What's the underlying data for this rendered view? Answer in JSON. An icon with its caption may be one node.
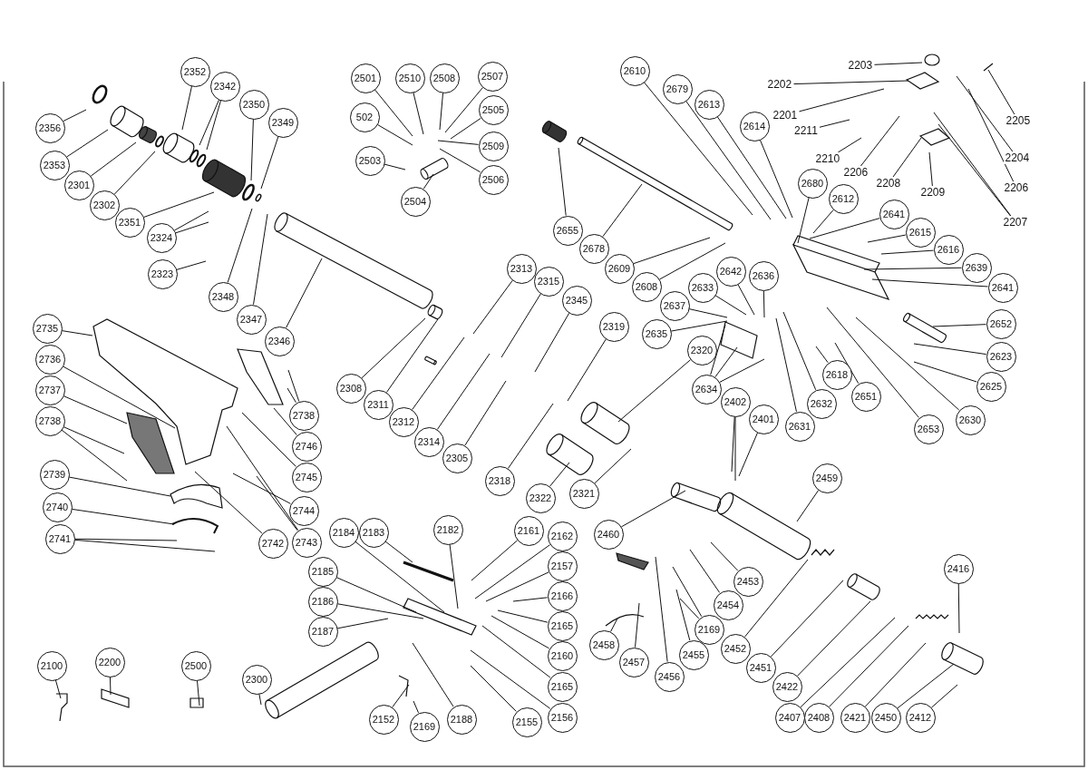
{
  "diagram": {
    "nodes": [
      {
        "text": [
          "2356"
        ]
      },
      {
        "text": [
          "2353"
        ]
      },
      {
        "text": [
          "2301"
        ]
      },
      {
        "text": [
          "2302"
        ]
      },
      {
        "text": [
          "2351"
        ]
      },
      {
        "text": [
          "2352"
        ]
      },
      {
        "text": [
          "2342"
        ]
      },
      {
        "text": [
          "2350"
        ]
      },
      {
        "text": [
          "2349"
        ]
      },
      {
        "text": [
          "2324"
        ]
      },
      {
        "text": [
          "2323"
        ]
      },
      {
        "text": [
          "2348"
        ]
      },
      {
        "text": [
          "2347"
        ]
      },
      {
        "text": [
          "2346"
        ]
      },
      {
        "text": [
          "2501"
        ]
      },
      {
        "text": [
          "2510"
        ]
      },
      {
        "text": [
          "2508"
        ]
      },
      {
        "text": [
          "2507"
        ]
      },
      {
        "text": [
          "502"
        ]
      },
      {
        "text": [
          "2505"
        ]
      },
      {
        "text": [
          "2509"
        ]
      },
      {
        "text": [
          "2503"
        ]
      },
      {
        "text": [
          "2506"
        ]
      },
      {
        "text": [
          "2504"
        ]
      },
      {
        "text": [
          "2610"
        ]
      },
      {
        "text": [
          "2679"
        ]
      },
      {
        "text": [
          "2613"
        ]
      },
      {
        "text": [
          "2614"
        ]
      },
      {
        "text": [
          "2203"
        ]
      },
      {
        "text": [
          "2202"
        ]
      },
      {
        "text": [
          "2201"
        ]
      },
      {
        "text": [
          "2211"
        ]
      },
      {
        "text": [
          "2210"
        ]
      },
      {
        "text": [
          "2206"
        ]
      },
      {
        "text": [
          "2208"
        ]
      },
      {
        "text": [
          "2209"
        ]
      },
      {
        "text": [
          "2205"
        ]
      },
      {
        "text": [
          "2204"
        ]
      },
      {
        "text": [
          "2206"
        ]
      },
      {
        "text": [
          "2207"
        ]
      },
      {
        "text": [
          "2680"
        ]
      },
      {
        "text": [
          "2612"
        ]
      },
      {
        "text": [
          "2641"
        ]
      },
      {
        "text": [
          "2615"
        ]
      },
      {
        "text": [
          "2616"
        ]
      },
      {
        "text": [
          "2639"
        ]
      },
      {
        "text": [
          "2641"
        ]
      },
      {
        "text": [
          "2655"
        ]
      },
      {
        "text": [
          "2678"
        ]
      },
      {
        "text": [
          "2609"
        ]
      },
      {
        "text": [
          "2608"
        ]
      },
      {
        "text": [
          "2313"
        ]
      },
      {
        "text": [
          "2315"
        ]
      },
      {
        "text": [
          "2345"
        ]
      },
      {
        "text": [
          "2319"
        ]
      },
      {
        "text": [
          "2642"
        ]
      },
      {
        "text": [
          "2636"
        ]
      },
      {
        "text": [
          "2633"
        ]
      },
      {
        "text": [
          "2637"
        ]
      },
      {
        "text": [
          "2635"
        ]
      },
      {
        "text": [
          "2320"
        ]
      },
      {
        "text": [
          "2652"
        ]
      },
      {
        "text": [
          "2623"
        ]
      },
      {
        "text": [
          "2625"
        ]
      },
      {
        "text": [
          "2618"
        ]
      },
      {
        "text": [
          "2651"
        ]
      },
      {
        "text": [
          "2632"
        ]
      },
      {
        "text": [
          "2631"
        ]
      },
      {
        "text": [
          "2630"
        ]
      },
      {
        "text": [
          "2653"
        ]
      },
      {
        "text": [
          "2634"
        ]
      },
      {
        "text": [
          "2402"
        ]
      },
      {
        "text": [
          "2401"
        ]
      },
      {
        "text": [
          "2735"
        ]
      },
      {
        "text": [
          "2736"
        ]
      },
      {
        "text": [
          "2737"
        ]
      },
      {
        "text": [
          "2738"
        ]
      },
      {
        "text": [
          "2739"
        ]
      },
      {
        "text": [
          "2740"
        ]
      },
      {
        "text": [
          "2741"
        ]
      },
      {
        "text": [
          "2738"
        ]
      },
      {
        "text": [
          "2746"
        ]
      },
      {
        "text": [
          "2745"
        ]
      },
      {
        "text": [
          "2744"
        ]
      },
      {
        "text": [
          "2742"
        ]
      },
      {
        "text": [
          "2743"
        ]
      },
      {
        "text": [
          "2308"
        ]
      },
      {
        "text": [
          "2311"
        ]
      },
      {
        "text": [
          "2312"
        ]
      },
      {
        "text": [
          "2314"
        ]
      },
      {
        "text": [
          "2305"
        ]
      },
      {
        "text": [
          "2318"
        ]
      },
      {
        "text": [
          "2322"
        ]
      },
      {
        "text": [
          "2321"
        ]
      },
      {
        "text": [
          "2459"
        ]
      },
      {
        "text": [
          "2460"
        ]
      },
      {
        "text": [
          "2184"
        ]
      },
      {
        "text": [
          "2183"
        ]
      },
      {
        "text": [
          "2182"
        ]
      },
      {
        "text": [
          "2161"
        ]
      },
      {
        "text": [
          "2162"
        ]
      },
      {
        "text": [
          "2157"
        ]
      },
      {
        "text": [
          "2166"
        ]
      },
      {
        "text": [
          "2165"
        ]
      },
      {
        "text": [
          "2160"
        ]
      },
      {
        "text": [
          "2165"
        ]
      },
      {
        "text": [
          "2156"
        ]
      },
      {
        "text": [
          "2155"
        ]
      },
      {
        "text": [
          "2185"
        ]
      },
      {
        "text": [
          "2186"
        ]
      },
      {
        "text": [
          "2187"
        ]
      },
      {
        "text": [
          "2188"
        ]
      },
      {
        "text": [
          "2169"
        ]
      },
      {
        "text": [
          "2152"
        ]
      },
      {
        "text": [
          "2300"
        ]
      },
      {
        "text": [
          "2100"
        ]
      },
      {
        "text": [
          "2200"
        ]
      },
      {
        "text": [
          "2500"
        ]
      },
      {
        "text": [
          "2453"
        ]
      },
      {
        "text": [
          "2454"
        ]
      },
      {
        "text": [
          "2169"
        ]
      },
      {
        "text": [
          "2455"
        ]
      },
      {
        "text": [
          "2456"
        ]
      },
      {
        "text": [
          "2458"
        ]
      },
      {
        "text": [
          "2457"
        ]
      },
      {
        "text": [
          "2452"
        ]
      },
      {
        "text": [
          "2451"
        ]
      },
      {
        "text": [
          "2422"
        ]
      },
      {
        "text": [
          "2416"
        ]
      },
      {
        "text": [
          "2407"
        ]
      },
      {
        "text": [
          "2408"
        ]
      },
      {
        "text": [
          "2421"
        ]
      },
      {
        "text": [
          "2450"
        ]
      },
      {
        "text": [
          "2412"
        ]
      }
    ],
    "edges": [
      {
        "from": 0,
        "to": null,
        "arrow": "none"
      },
      {
        "from": 1,
        "to": null,
        "arrow": "none"
      },
      {
        "from": 2,
        "to": null,
        "arrow": "none"
      },
      {
        "from": 3,
        "to": null,
        "arrow": "none"
      },
      {
        "from": 4,
        "to": null,
        "arrow": "none"
      },
      {
        "from": 5,
        "to": null,
        "arrow": "none"
      },
      {
        "from": 6,
        "to": null,
        "arrow": "none"
      },
      {
        "from": 6,
        "to": null,
        "arrow": "none"
      },
      {
        "from": 7,
        "to": null,
        "arrow": "none"
      },
      {
        "from": 8,
        "to": null,
        "arrow": "none"
      },
      {
        "from": 9,
        "to": null,
        "arrow": "none"
      },
      {
        "from": 9,
        "to": null,
        "arrow": "none"
      },
      {
        "from": 10,
        "to": null,
        "arrow": "none"
      },
      {
        "from": 11,
        "to": null,
        "arrow": "none"
      },
      {
        "from": 12,
        "to": null,
        "arrow": "none"
      },
      {
        "from": 13,
        "to": null,
        "arrow": "none"
      },
      {
        "from": 14,
        "to": null,
        "arrow": "none"
      },
      {
        "from": 15,
        "to": null,
        "arrow": "none"
      },
      {
        "from": 16,
        "to": null,
        "arrow": "none"
      },
      {
        "from": 17,
        "to": null,
        "arrow": "none"
      },
      {
        "from": 18,
        "to": null,
        "arrow": "none"
      },
      {
        "from": 19,
        "to": null,
        "arrow": "none"
      },
      {
        "from": 20,
        "to": null,
        "arrow": "none"
      },
      {
        "from": 21,
        "to": null,
        "arrow": "none"
      },
      {
        "from": 22,
        "to": null,
        "arrow": "none"
      },
      {
        "from": 23,
        "to": null,
        "arrow": "none"
      },
      {
        "from": 24,
        "to": null,
        "arrow": "none"
      },
      {
        "from": 25,
        "to": null,
        "arrow": "none"
      },
      {
        "from": 26,
        "to": null,
        "arrow": "none"
      },
      {
        "from": 27,
        "to": null,
        "arrow": "none"
      },
      {
        "from": 28,
        "to": null,
        "arrow": "none"
      },
      {
        "from": 29,
        "to": null,
        "arrow": "none"
      },
      {
        "from": 30,
        "to": null,
        "arrow": "none"
      },
      {
        "from": 31,
        "to": null,
        "arrow": "none"
      },
      {
        "from": 32,
        "to": null,
        "arrow": "none"
      },
      {
        "from": 33,
        "to": null,
        "arrow": "none"
      },
      {
        "from": 34,
        "to": null,
        "arrow": "none"
      },
      {
        "from": 35,
        "to": null,
        "arrow": "none"
      },
      {
        "from": 36,
        "to": null,
        "arrow": "none"
      },
      {
        "from": 37,
        "to": null,
        "arrow": "none"
      },
      {
        "from": 38,
        "to": null,
        "arrow": "none"
      },
      {
        "from": 39,
        "to": null,
        "arrow": "none"
      },
      {
        "from": 39,
        "to": null,
        "arrow": "none"
      },
      {
        "from": 40,
        "to": null,
        "arrow": "none"
      },
      {
        "from": 41,
        "to": null,
        "arrow": "none"
      },
      {
        "from": 42,
        "to": null,
        "arrow": "none"
      },
      {
        "from": 43,
        "to": null,
        "arrow": "none"
      },
      {
        "from": 44,
        "to": null,
        "arrow": "none"
      },
      {
        "from": 45,
        "to": null,
        "arrow": "none"
      },
      {
        "from": 46,
        "to": null,
        "arrow": "none"
      },
      {
        "from": 47,
        "to": null,
        "arrow": "none"
      },
      {
        "from": 48,
        "to": null,
        "arrow": "none"
      },
      {
        "from": 49,
        "to": null,
        "arrow": "none"
      },
      {
        "from": 50,
        "to": null,
        "arrow": "none"
      },
      {
        "from": 51,
        "to": null,
        "arrow": "none"
      },
      {
        "from": 52,
        "to": null,
        "arrow": "none"
      },
      {
        "from": 53,
        "to": null,
        "arrow": "none"
      },
      {
        "from": 54,
        "to": null,
        "arrow": "none"
      },
      {
        "from": 55,
        "to": null,
        "arrow": "none"
      },
      {
        "from": 56,
        "to": null,
        "arrow": "none"
      },
      {
        "from": 57,
        "to": null,
        "arrow": "none"
      },
      {
        "from": 58,
        "to": null,
        "arrow": "none"
      },
      {
        "from": 59,
        "to": null,
        "arrow": "none"
      },
      {
        "from": 60,
        "to": null,
        "arrow": "none"
      },
      {
        "from": 61,
        "to": null,
        "arrow": "none"
      },
      {
        "from": 62,
        "to": null,
        "arrow": "none"
      },
      {
        "from": 63,
        "to": null,
        "arrow": "none"
      },
      {
        "from": 64,
        "to": null,
        "arrow": "none"
      },
      {
        "from": 65,
        "to": null,
        "arrow": "none"
      },
      {
        "from": 66,
        "to": null,
        "arrow": "none"
      },
      {
        "from": 67,
        "to": null,
        "arrow": "none"
      },
      {
        "from": 68,
        "to": null,
        "arrow": "none"
      },
      {
        "from": 69,
        "to": null,
        "arrow": "none"
      },
      {
        "from": 70,
        "to": null,
        "arrow": "none"
      },
      {
        "from": 70,
        "to": null,
        "arrow": "none"
      },
      {
        "from": 70,
        "to": null,
        "arrow": "none"
      },
      {
        "from": 71,
        "to": null,
        "arrow": "none"
      },
      {
        "from": 71,
        "to": null,
        "arrow": "none"
      },
      {
        "from": 72,
        "to": null,
        "arrow": "none"
      },
      {
        "from": 73,
        "to": null,
        "arrow": "none"
      },
      {
        "from": 74,
        "to": null,
        "arrow": "none"
      },
      {
        "from": 75,
        "to": null,
        "arrow": "none"
      },
      {
        "from": 76,
        "to": null,
        "arrow": "none"
      },
      {
        "from": 76,
        "to": null,
        "arrow": "none"
      },
      {
        "from": 77,
        "to": null,
        "arrow": "none"
      },
      {
        "from": 78,
        "to": null,
        "arrow": "none"
      },
      {
        "from": 79,
        "to": null,
        "arrow": "none"
      },
      {
        "from": 79,
        "to": null,
        "arrow": "none"
      },
      {
        "from": 80,
        "to": null,
        "arrow": "none"
      },
      {
        "from": 80,
        "to": null,
        "arrow": "none"
      },
      {
        "from": 81,
        "to": null,
        "arrow": "none"
      },
      {
        "from": 82,
        "to": null,
        "arrow": "none"
      },
      {
        "from": 83,
        "to": null,
        "arrow": "none"
      },
      {
        "from": 84,
        "to": null,
        "arrow": "none"
      },
      {
        "from": 85,
        "to": null,
        "arrow": "none"
      },
      {
        "from": 85,
        "to": null,
        "arrow": "none"
      },
      {
        "from": 86,
        "to": null,
        "arrow": "none"
      },
      {
        "from": 87,
        "to": null,
        "arrow": "none"
      },
      {
        "from": 88,
        "to": null,
        "arrow": "none"
      },
      {
        "from": 89,
        "to": null,
        "arrow": "none"
      },
      {
        "from": 90,
        "to": null,
        "arrow": "none"
      },
      {
        "from": 91,
        "to": null,
        "arrow": "none"
      },
      {
        "from": 92,
        "to": null,
        "arrow": "none"
      },
      {
        "from": 93,
        "to": null,
        "arrow": "none"
      },
      {
        "from": 94,
        "to": null,
        "arrow": "none"
      },
      {
        "from": 95,
        "to": null,
        "arrow": "none"
      },
      {
        "from": 96,
        "to": null,
        "arrow": "none"
      },
      {
        "from": 97,
        "to": null,
        "arrow": "none"
      },
      {
        "from": 98,
        "to": null,
        "arrow": "none"
      },
      {
        "from": 99,
        "to": null,
        "arrow": "none"
      },
      {
        "from": 100,
        "to": null,
        "arrow": "none"
      },
      {
        "from": 101,
        "to": null,
        "arrow": "none"
      },
      {
        "from": 102,
        "to": null,
        "arrow": "none"
      },
      {
        "from": 103,
        "to": null,
        "arrow": "none"
      },
      {
        "from": 104,
        "to": null,
        "arrow": "none"
      },
      {
        "from": 105,
        "to": null,
        "arrow": "none"
      },
      {
        "from": 106,
        "to": null,
        "arrow": "none"
      },
      {
        "from": 107,
        "to": null,
        "arrow": "none"
      },
      {
        "from": 108,
        "to": null,
        "arrow": "none"
      },
      {
        "from": 109,
        "to": null,
        "arrow": "none"
      },
      {
        "from": 110,
        "to": null,
        "arrow": "none"
      },
      {
        "from": 111,
        "to": null,
        "arrow": "none"
      },
      {
        "from": 112,
        "to": null,
        "arrow": "none"
      },
      {
        "from": 113,
        "to": null,
        "arrow": "none"
      },
      {
        "from": 114,
        "to": null,
        "arrow": "none"
      },
      {
        "from": 115,
        "to": null,
        "arrow": "none"
      },
      {
        "from": 116,
        "to": null,
        "arrow": "none"
      },
      {
        "from": 117,
        "to": null,
        "arrow": "none"
      },
      {
        "from": 118,
        "to": null,
        "arrow": "none"
      },
      {
        "from": 119,
        "to": null,
        "arrow": "none"
      },
      {
        "from": 120,
        "to": null,
        "arrow": "none"
      },
      {
        "from": 120,
        "to": null,
        "arrow": "none"
      },
      {
        "from": 121,
        "to": null,
        "arrow": "none"
      },
      {
        "from": 122,
        "to": null,
        "arrow": "none"
      },
      {
        "from": 123,
        "to": null,
        "arrow": "none"
      },
      {
        "from": 124,
        "to": null,
        "arrow": "none"
      },
      {
        "from": 125,
        "to": null,
        "arrow": "none"
      },
      {
        "from": 126,
        "to": null,
        "arrow": "none"
      },
      {
        "from": 127,
        "to": null,
        "arrow": "none"
      },
      {
        "from": 128,
        "to": null,
        "arrow": "none"
      },
      {
        "from": 129,
        "to": null,
        "arrow": "none"
      },
      {
        "from": 130,
        "to": null,
        "arrow": "none"
      },
      {
        "from": 131,
        "to": null,
        "arrow": "none"
      },
      {
        "from": 132,
        "to": null,
        "arrow": "none"
      },
      {
        "from": 133,
        "to": null,
        "arrow": "none"
      }
    ]
  }
}
